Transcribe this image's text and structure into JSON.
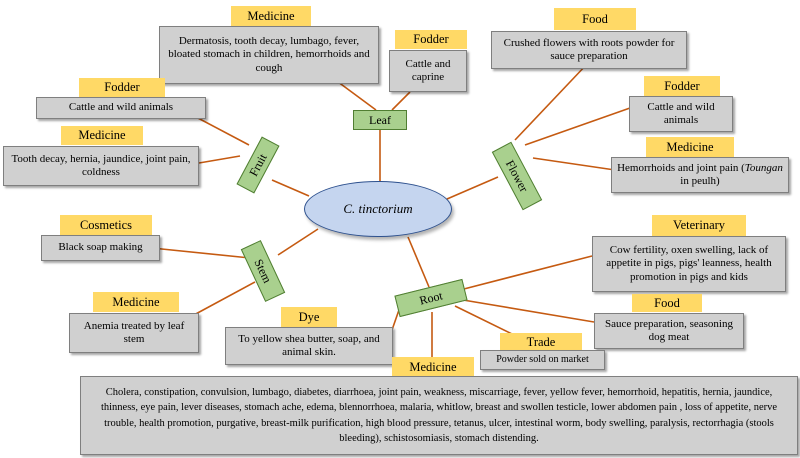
{
  "center": {
    "label": "C. tinctorium"
  },
  "parts": {
    "leaf": "Leaf",
    "fruit": "Fruit",
    "flower": "Flower",
    "stem": "Stem",
    "root": "Root"
  },
  "leaf": {
    "medicine": {
      "category": "Medicine",
      "text": "Dermatosis, tooth decay, lumbago, fever, bloated stomach in children, hemorrhoids and cough"
    },
    "fodder": {
      "category": "Fodder",
      "text": "Cattle and caprine"
    }
  },
  "fruit": {
    "fodder": {
      "category": "Fodder",
      "text": "Cattle and wild animals"
    },
    "medicine": {
      "category": "Medicine",
      "text": "Tooth decay, hernia, jaundice, joint pain, coldness"
    }
  },
  "flower": {
    "food": {
      "category": "Food",
      "text": "Crushed flowers with roots powder for sauce preparation"
    },
    "fodder": {
      "category": "Fodder",
      "text": "Cattle and wild animals"
    },
    "medicine": {
      "category": "Medicine",
      "text_before": "Hemorrhoids and joint pain (",
      "text_italic": "Toungan",
      "text_after": " in peulh)"
    }
  },
  "stem": {
    "cosmetics": {
      "category": "Cosmetics",
      "text": "Black soap making"
    },
    "medicine": {
      "category": "Medicine",
      "text": "Anemia treated by leaf stem"
    }
  },
  "root": {
    "dye": {
      "category": "Dye",
      "text": "To yellow shea butter, soap, and animal skin."
    },
    "veterinary": {
      "category": "Veterinary",
      "text": "Cow fertility, oxen swelling, lack of appetite in pigs, pigs' leanness, health promotion in pigs and kids"
    },
    "food": {
      "category": "Food",
      "text": "Sauce preparation, seasoning dog meat"
    },
    "trade": {
      "category": "Trade",
      "text": "Powder sold on market"
    },
    "medicine": {
      "category": "Medicine",
      "text": "Cholera, constipation, convulsion, lumbago, diabetes, diarrhoea, joint pain, weakness, miscarriage, fever, yellow fever, hemorrhoid, hepatitis, hernia, jaundice, thinness, eye pain, lever diseases, stomach ache, edema, blennorrhoea, malaria, whitlow, breast and swollen testicle, lower abdomen pain , loss of appetite, nerve trouble, health promotion, purgative, breast-milk purification, high blood pressure, tetanus, ulcer, intestinal worm, body swelling, paralysis, rectorrhagia (stools bleeding), schistosomiasis, stomach distending."
    }
  },
  "colors": {
    "connector": "#c55a11",
    "category_fill": "#ffd966",
    "use_fill": "#d0d0d0",
    "part_fill": "#a9d08e",
    "center_fill": "#c5d5ef",
    "center_border": "#2f528f"
  }
}
